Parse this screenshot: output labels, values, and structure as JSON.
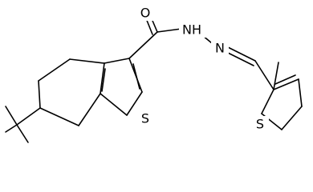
{
  "molecule": {
    "atoms": {
      "oxygen": "O",
      "nh": "NH",
      "n": "N",
      "s_ring": "S",
      "s_thiophene": "S"
    }
  }
}
